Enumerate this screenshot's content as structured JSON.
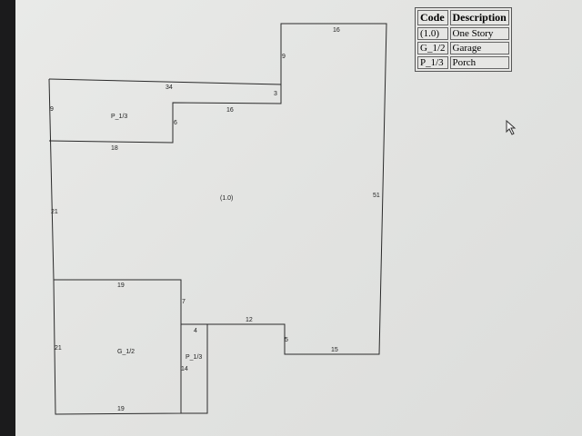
{
  "legend": {
    "headers": [
      "Code",
      "Description"
    ],
    "rows": [
      [
        "(1.0)",
        "One Story"
      ],
      [
        "G_1/2",
        "Garage"
      ],
      [
        "P_1/3",
        "Porch"
      ]
    ]
  },
  "sketch": {
    "areas": {
      "main": "(1.0)",
      "porch_top": "P_1/3",
      "garage": "G_1/2",
      "porch_bottom": "P_1/3"
    },
    "dims": {
      "top": "16",
      "step_v": "9",
      "step_small": "3",
      "porch_top_top": "34",
      "porch_top_left": "9",
      "inner_top": "16",
      "inner_v": "6",
      "porch_top_bottom": "18",
      "main_left": "21",
      "right": "51",
      "garage_top": "19",
      "garage_right": "7",
      "garage_left": "21",
      "garage_bottom": "19",
      "porch_bottom_top": "4",
      "porch_bottom_side": "14",
      "lower_top": "12",
      "lower_step": "5",
      "bottom": "15"
    }
  }
}
